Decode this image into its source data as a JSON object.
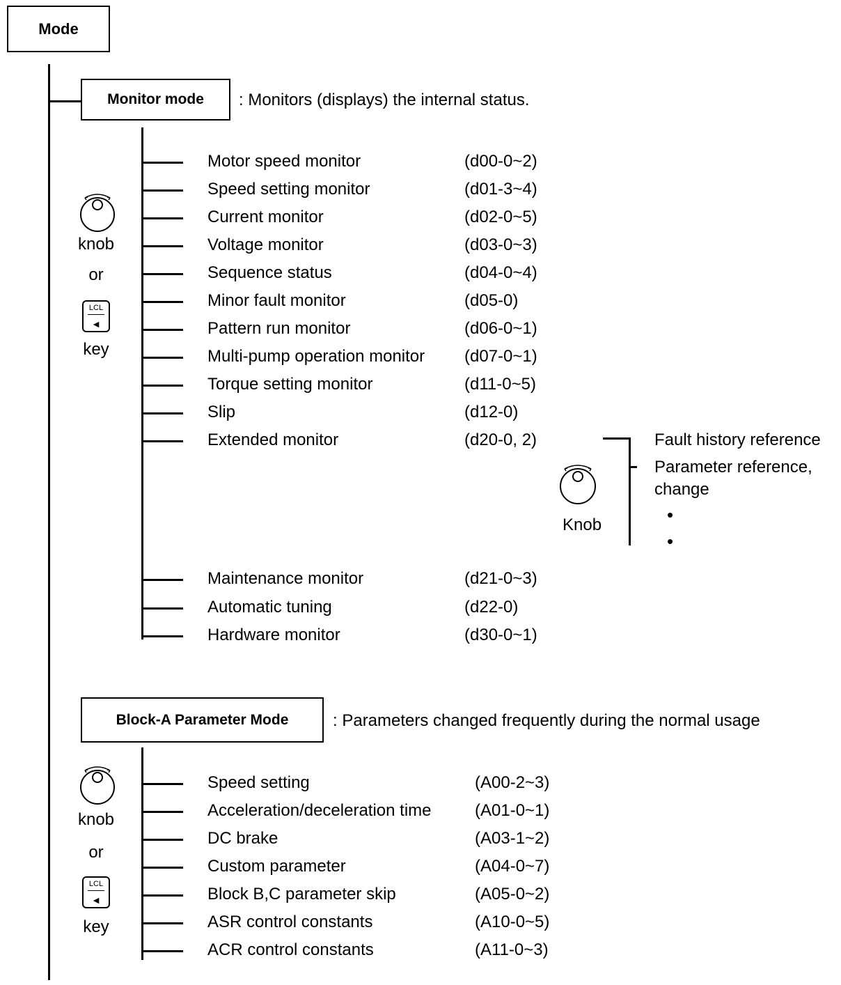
{
  "mode_label": "Mode",
  "monitor": {
    "title": "Monitor mode",
    "desc": ": Monitors (displays) the internal status.",
    "items": [
      {
        "label": "Motor speed monitor",
        "code": "(d00-0~2)"
      },
      {
        "label": "Speed setting monitor",
        "code": "(d01-3~4)"
      },
      {
        "label": "Current monitor",
        "code": "(d02-0~5)"
      },
      {
        "label": "Voltage monitor",
        "code": "(d03-0~3)"
      },
      {
        "label": "Sequence status",
        "code": "(d04-0~4)"
      },
      {
        "label": "Minor fault monitor",
        "code": "(d05-0)"
      },
      {
        "label": "Pattern run monitor",
        "code": "(d06-0~1)"
      },
      {
        "label": "Multi-pump operation monitor",
        "code": "(d07-0~1)"
      },
      {
        "label": "Torque setting monitor",
        "code": "(d11-0~5)"
      },
      {
        "label": "Slip",
        "code": "(d12-0)"
      },
      {
        "label": "Extended monitor",
        "code": "(d20-0, 2)"
      },
      {
        "label": "Maintenance monitor",
        "code": "(d21-0~3)"
      },
      {
        "label": "Automatic tuning",
        "code": "(d22-0)"
      },
      {
        "label": "Hardware monitor",
        "code": "(d30-0~1)"
      }
    ],
    "side": {
      "knob": "knob",
      "or": "or",
      "key_label": "LCL",
      "key_arrow": "◄",
      "key": "key"
    },
    "extended": {
      "fault_history": "Fault history reference",
      "param_ref_1": "Parameter reference,",
      "param_ref_2": "change",
      "knob": "Knob",
      "dots": [
        "•",
        "•"
      ]
    }
  },
  "block_a": {
    "title": "Block-A Parameter Mode",
    "desc": ": Parameters changed frequently during the normal usage",
    "items": [
      {
        "label": "Speed setting",
        "code": "(A00-2~3)"
      },
      {
        "label": "Acceleration/deceleration time",
        "code": "(A01-0~1)"
      },
      {
        "label": "DC brake",
        "code": "(A03-1~2)"
      },
      {
        "label": "Custom parameter",
        "code": "(A04-0~7)"
      },
      {
        "label": "Block B,C parameter skip",
        "code": "(A05-0~2)"
      },
      {
        "label": "ASR control constants",
        "code": "(A10-0~5)"
      },
      {
        "label": "ACR control constants",
        "code": "(A11-0~3)"
      }
    ],
    "side": {
      "knob": "knob",
      "or": "or",
      "key_label": "LCL",
      "key_arrow": "◄",
      "key": "key"
    }
  }
}
